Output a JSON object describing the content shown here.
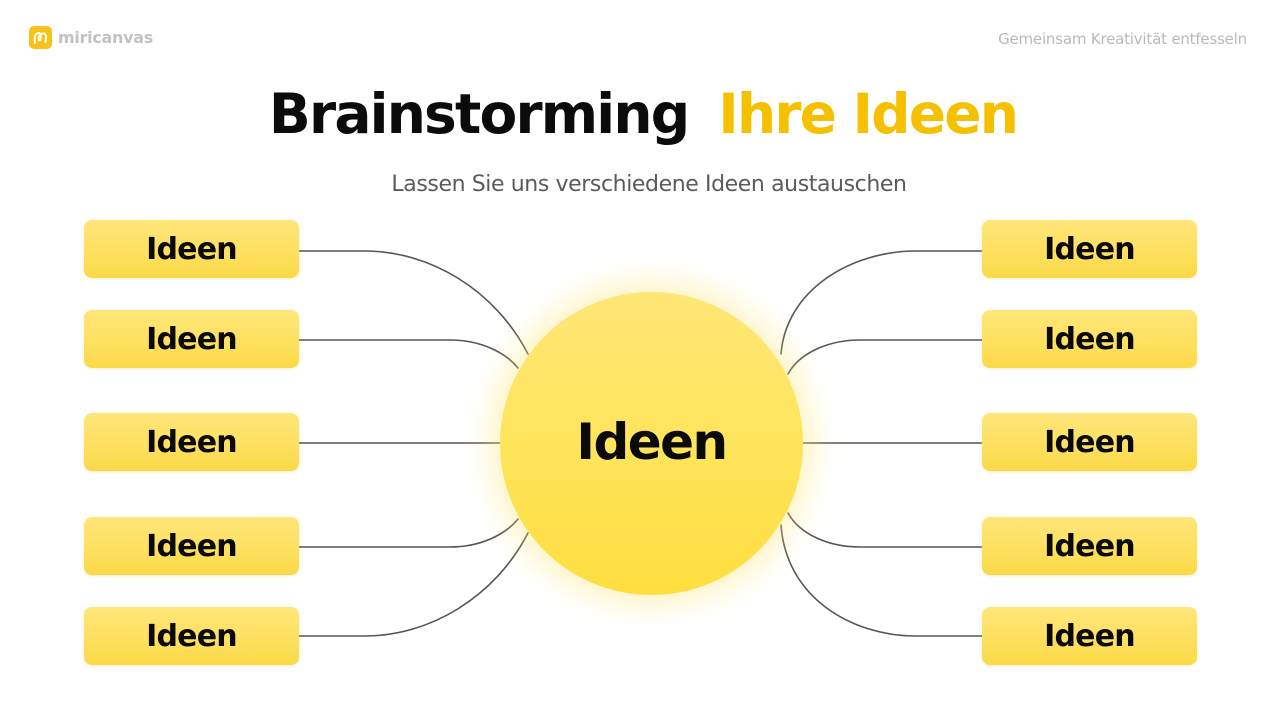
{
  "brand": {
    "name": "miricanvas",
    "icon": "miricanvas-logo-icon",
    "icon_color": "#F9C21B"
  },
  "tagline": "Gemeinsam Kreativität entfesseln",
  "title": {
    "part1": "Brainstorming",
    "part2": "Ihre Ideen",
    "part1_color": "#0B0B0B",
    "part2_color": "#F5C000"
  },
  "subtitle": "Lassen Sie uns verschiedene Ideen austauschen",
  "hub": {
    "label": "Ideen",
    "color": "#FFE45C"
  },
  "left_nodes": [
    {
      "label": "Ideen"
    },
    {
      "label": "Ideen"
    },
    {
      "label": "Ideen"
    },
    {
      "label": "Ideen"
    },
    {
      "label": "Ideen"
    }
  ],
  "right_nodes": [
    {
      "label": "Ideen"
    },
    {
      "label": "Ideen"
    },
    {
      "label": "Ideen"
    },
    {
      "label": "Ideen"
    },
    {
      "label": "Ideen"
    }
  ],
  "colors": {
    "node_fill": "#FEE060",
    "connector": "#555555",
    "background": "#FFFFFF"
  }
}
